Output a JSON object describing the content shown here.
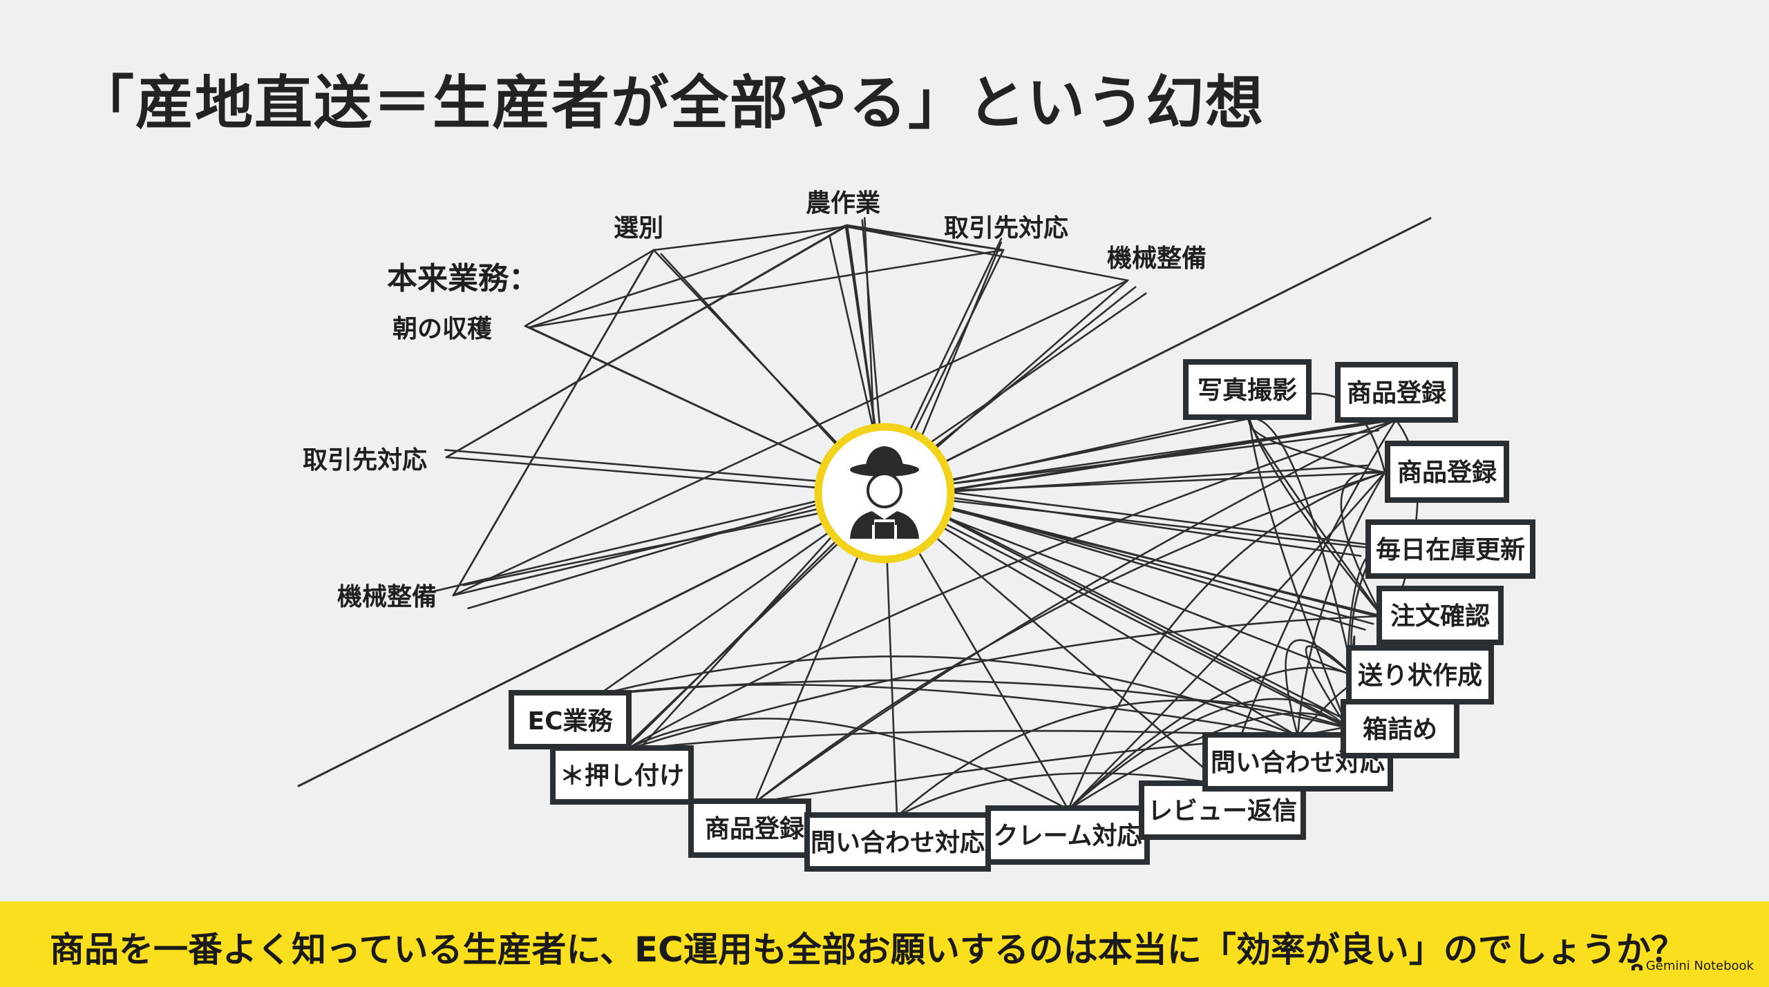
{
  "title": "「産地直送＝生産者が全部やる」という幻想",
  "left_group": {
    "heading": "本来業務：",
    "labels": [
      {
        "id": "harvest",
        "text": "朝の収穫"
      },
      {
        "id": "sorting",
        "text": "選別"
      },
      {
        "id": "farming",
        "text": "農作業"
      },
      {
        "id": "clients_top",
        "text": "取引先対応"
      },
      {
        "id": "machine_top",
        "text": "機械整備"
      },
      {
        "id": "clients_left",
        "text": "取引先対応"
      },
      {
        "id": "machine_left",
        "text": "機械整備"
      }
    ]
  },
  "ec_tasks": [
    {
      "id": "ec",
      "text": "EC業務"
    },
    {
      "id": "packing_slip",
      "text": "＊押し付け"
    },
    {
      "id": "product_reg_bottom",
      "text": "商品登録"
    },
    {
      "id": "inquiry_bottom",
      "text": "問い合わせ対応"
    },
    {
      "id": "claim",
      "text": "クレーム対応"
    },
    {
      "id": "review",
      "text": "レビュー返信"
    },
    {
      "id": "inquiry_right",
      "text": "問い合わせ対応"
    },
    {
      "id": "boxing",
      "text": "箱詰め"
    },
    {
      "id": "shipping_label",
      "text": "送り状作成"
    },
    {
      "id": "order_check",
      "text": "注文確認"
    },
    {
      "id": "stock_update",
      "text": "毎日在庫更新"
    },
    {
      "id": "product_reg_right",
      "text": "商品登録"
    },
    {
      "id": "product_reg_top",
      "text": "商品登録"
    },
    {
      "id": "photo",
      "text": "写真撮影"
    }
  ],
  "center": {
    "icon": "farmer-icon",
    "ring_color": "#f2d21b"
  },
  "bottom_message": "商品を一番よく知っている生産者に、EC運用も全部お願いするのは本当に「効率が良い」のでしょうか？",
  "brand": "Gemini Notebook",
  "colors": {
    "accent_yellow": "#fadf1e",
    "line": "#2e2e2e",
    "box_border": "#2a2f33"
  }
}
